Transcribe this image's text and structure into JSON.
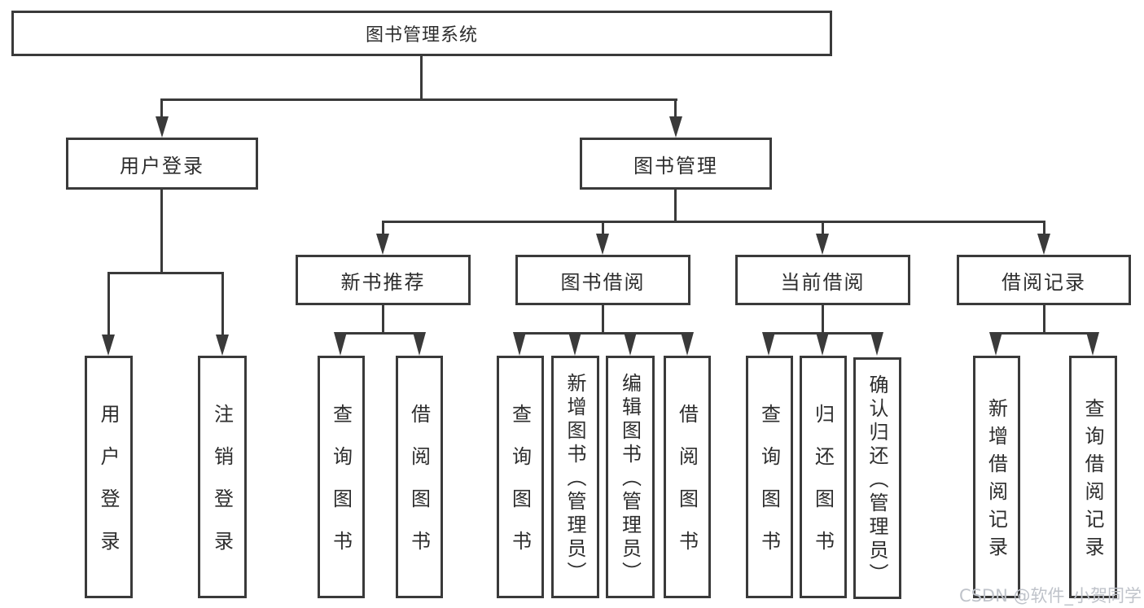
{
  "diagram": {
    "root": {
      "label": "图书管理系统"
    },
    "level2": [
      {
        "label": "用户登录"
      },
      {
        "label": "图书管理"
      }
    ],
    "level3": [
      {
        "label": "新书推荐"
      },
      {
        "label": "图书借阅"
      },
      {
        "label": "当前借阅"
      },
      {
        "label": "借阅记录"
      }
    ],
    "leaves": [
      {
        "label": "用户登录"
      },
      {
        "label": "注销登录"
      },
      {
        "label": "查询图书"
      },
      {
        "label": "借阅图书"
      },
      {
        "label": "查询图书"
      },
      {
        "label": "新增图书（管理员）"
      },
      {
        "label": "编辑图书（管理员）"
      },
      {
        "label": "借阅图书"
      },
      {
        "label": "查询图书"
      },
      {
        "label": "归还图书"
      },
      {
        "label": "确认归还（管理员）"
      },
      {
        "label": "新增借阅记录"
      },
      {
        "label": "查询借阅记录"
      }
    ]
  },
  "watermark": "CSDN @软件_小贺同学",
  "colors": {
    "line": "#3a3a3a",
    "text": "#2d2d2d",
    "background": "#ffffff",
    "watermark": "#bfc3ca"
  }
}
